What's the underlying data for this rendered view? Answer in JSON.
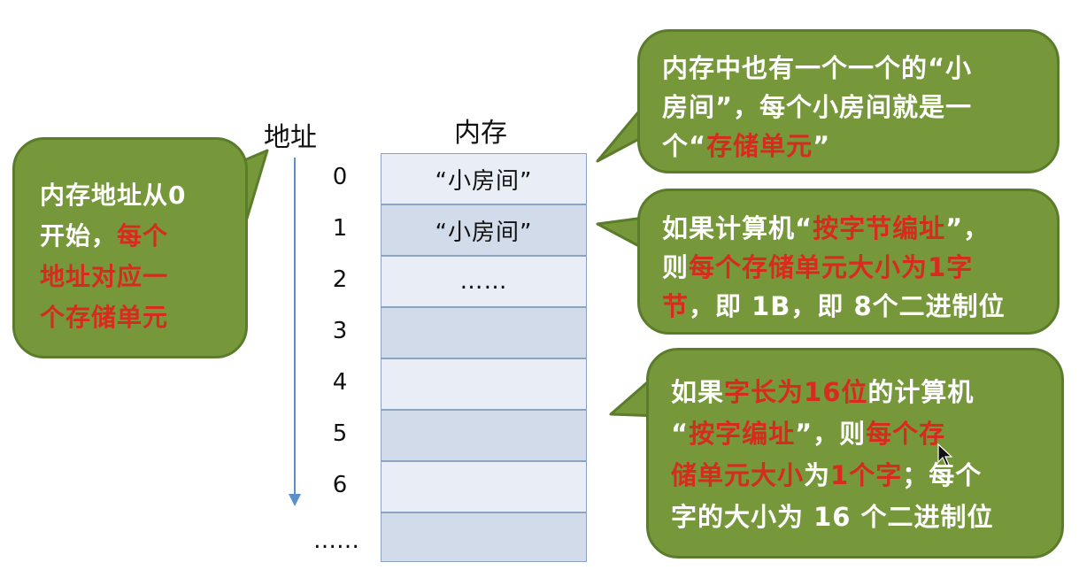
{
  "headers": {
    "address": "地址",
    "memory": "内存"
  },
  "addresses": [
    "0",
    "1",
    "2",
    "3",
    "4",
    "5",
    "6",
    "……"
  ],
  "cells": [
    "“小房间”",
    "“小房间”",
    "……",
    "",
    "",
    "",
    "",
    ""
  ],
  "bubble_left": {
    "line1": "内存地址从0",
    "line2_a": "开始，",
    "line2_b": "每个",
    "line3": "地址对应一",
    "line4": "个存储单元"
  },
  "bubble_top": {
    "line1": "内存中也有一个一个的“小",
    "line2": "房间”，每个小房间就是一",
    "line3_a": "个“",
    "line3_b": "存储单元",
    "line3_c": "”"
  },
  "bubble_mid": {
    "line1_a": "如果计算机“",
    "line1_b": "按字节编址",
    "line1_c": "”，",
    "line2_a": "则",
    "line2_b": "每个存储单元大小为",
    "line2_c": "1字",
    "line3_a": "节",
    "line3_b": "，即 1B，即 8个二进制位"
  },
  "bubble_bottom": {
    "line1_a": "如果",
    "line1_b": "字长为16位",
    "line1_c": "的计算机",
    "line2_a": "“",
    "line2_b": "按字编址",
    "line2_c": "”，则",
    "line2_d": "每个存",
    "line3_a": "储单元大小",
    "line3_b": "为",
    "line3_c": "1个字",
    "line3_d": "；每个",
    "line4": "字的大小为 16 个二进制位"
  },
  "colors": {
    "bubble_fill": "#76983a",
    "bubble_border": "#5b7c2b",
    "highlight_red": "#d62b1e",
    "cell_light": "#e9eef6",
    "cell_dark": "#d1dbea",
    "cell_border": "#8ea3c3",
    "axis_arrow": "#5b8fc9"
  }
}
